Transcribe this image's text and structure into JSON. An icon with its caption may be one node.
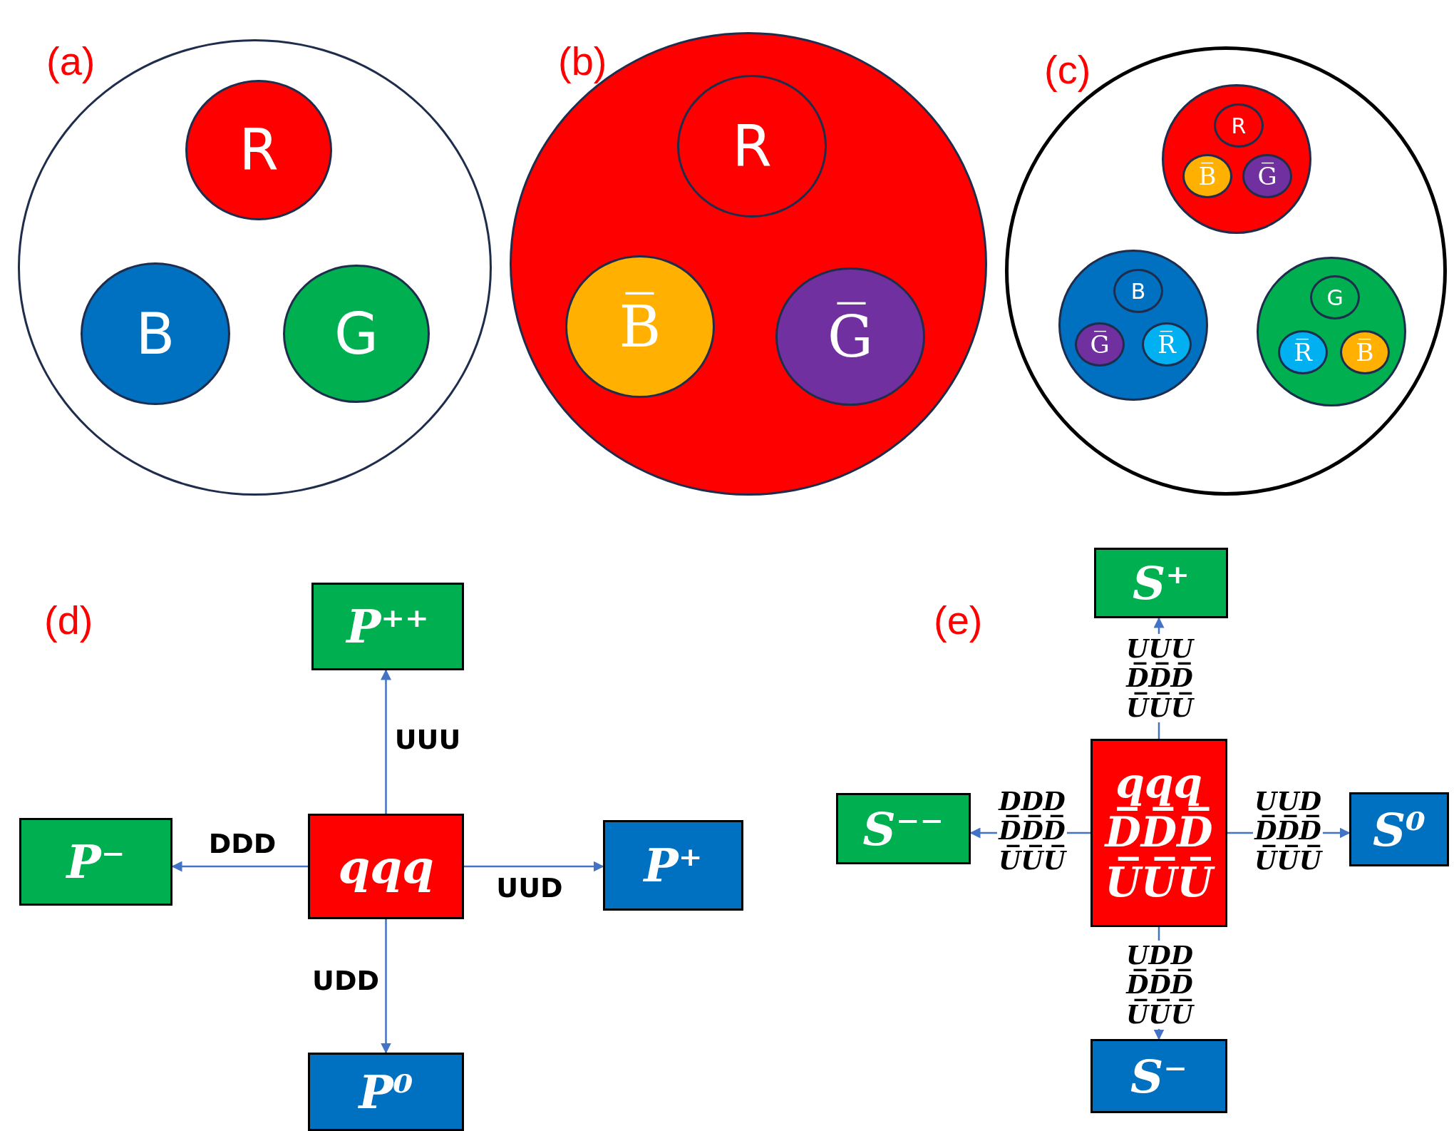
{
  "diagram": {
    "nodes": [
      {
        "text": [
          "(a)"
        ]
      },
      {
        "text": [
          "R"
        ],
        "in": 0
      },
      {
        "text": [
          "B"
        ],
        "in": 0
      },
      {
        "text": [
          "G"
        ],
        "in": 0
      },
      {
        "text": [
          "(b)"
        ]
      },
      {
        "text": [
          "R"
        ],
        "in": 4
      },
      {
        "text": [
          "B̅"
        ],
        "in": 4
      },
      {
        "text": [
          "G̅"
        ],
        "in": 4
      },
      {
        "text": [
          "(c)"
        ]
      },
      {
        "text": [],
        "shape": "circle",
        "in": 8
      },
      {
        "text": [
          "R"
        ],
        "in": 9
      },
      {
        "text": [
          "B̅"
        ],
        "in": 9
      },
      {
        "text": [
          "G̅"
        ],
        "in": 9
      },
      {
        "text": [],
        "shape": "circle",
        "in": 8
      },
      {
        "text": [
          "B"
        ],
        "in": 13
      },
      {
        "text": [
          "G̅"
        ],
        "in": 13
      },
      {
        "text": [
          "R̅"
        ],
        "in": 13
      },
      {
        "text": [],
        "shape": "circle",
        "in": 8
      },
      {
        "text": [
          "G"
        ],
        "in": 17
      },
      {
        "text": [
          "R̅"
        ],
        "in": 17
      },
      {
        "text": [
          "B̅"
        ],
        "in": 17
      },
      {
        "text": [
          "P⁺⁺"
        ]
      },
      {
        "text": [
          "P⁻"
        ]
      },
      {
        "text": [
          "qqq"
        ]
      },
      {
        "text": [
          "P⁺"
        ]
      },
      {
        "text": [
          "P⁰"
        ]
      },
      {
        "text": [
          "S⁺"
        ]
      },
      {
        "text": [
          "S⁻⁻"
        ]
      },
      {
        "text": [
          "qqq",
          "D̅D̅D̅",
          "U̅U̅U̅"
        ]
      },
      {
        "text": [
          "S⁰"
        ]
      },
      {
        "text": [
          "S⁻"
        ]
      }
    ],
    "edges": [
      {
        "from": 23,
        "to": 21,
        "arrow": "to",
        "label": "UUU"
      },
      {
        "from": 23,
        "to": 22,
        "arrow": "to",
        "label": "DDD"
      },
      {
        "from": 23,
        "to": 24,
        "arrow": "to",
        "label": "UUD"
      },
      {
        "from": 23,
        "to": 25,
        "arrow": "to",
        "label": "UDD"
      },
      {
        "from": 28,
        "to": 26,
        "arrow": "to",
        "label": "UUU D̅D̅D̅ U̅U̅U̅"
      },
      {
        "from": 28,
        "to": 27,
        "arrow": "to",
        "label": "DDD D̅D̅D̅ U̅U̅U̅"
      },
      {
        "from": 28,
        "to": 29,
        "arrow": "to",
        "label": "UUD D̅D̅D̅ U̅U̅U̅"
      },
      {
        "from": 28,
        "to": 30,
        "arrow": "to",
        "label": "UDD D̅D̅D̅ U̅U̅U̅"
      }
    ],
    "labels": [
      "(d)",
      "(e)"
    ]
  }
}
